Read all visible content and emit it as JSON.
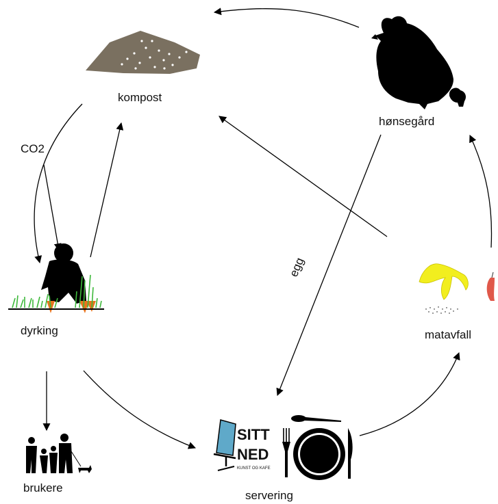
{
  "nodes": {
    "kompost": "kompost",
    "honsegard": "hønsegård",
    "dyrking": "dyrking",
    "matavfall": "matavfall",
    "brukere": "brukere",
    "servering": "servering"
  },
  "edge_labels": {
    "co2": "CO2",
    "egg": "egg"
  },
  "logo": {
    "line1": "SITT",
    "line2": "NED",
    "tagline": "KUNST OG KAFE"
  },
  "icons": {
    "compost": "compost-heap-icon",
    "hen": "hen-and-chick-icon",
    "gardener": "gardener-with-carrots-icon",
    "food_waste": "banana-peel-and-apple-core-icon",
    "people": "family-with-dog-icon",
    "chair": "chair-icon",
    "table_setting": "plate-cutlery-icon"
  },
  "colors": {
    "compost": "#7a7060",
    "silhouette": "#000000",
    "grass": "#3db83a",
    "carrot": "#e8741e",
    "banana": "#f2ee1e",
    "apple": "#e0584a",
    "chair": "#5fa9c9"
  }
}
